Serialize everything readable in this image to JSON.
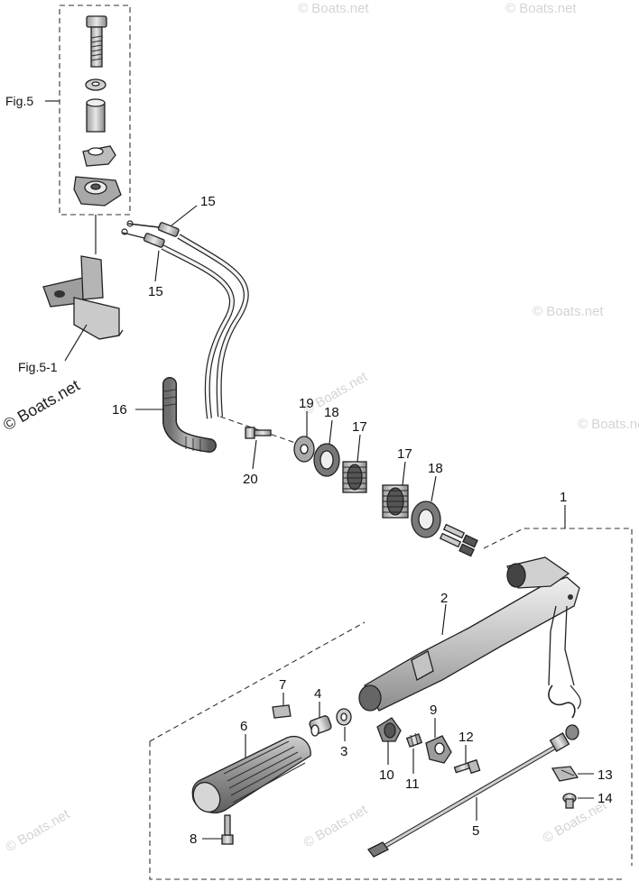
{
  "figure_labels": {
    "fig5": "Fig.5",
    "fig5_1": "Fig.5-1"
  },
  "watermarks": {
    "main": "© Boats.net",
    "faint": "© Boats.net"
  },
  "callouts": [
    {
      "id": "p1",
      "text": "1"
    },
    {
      "id": "p2",
      "text": "2"
    },
    {
      "id": "p3",
      "text": "3"
    },
    {
      "id": "p4",
      "text": "4"
    },
    {
      "id": "p5",
      "text": "5"
    },
    {
      "id": "p6",
      "text": "6"
    },
    {
      "id": "p7",
      "text": "7"
    },
    {
      "id": "p8",
      "text": "8"
    },
    {
      "id": "p9",
      "text": "9"
    },
    {
      "id": "p10",
      "text": "10"
    },
    {
      "id": "p11",
      "text": "11"
    },
    {
      "id": "p12",
      "text": "12"
    },
    {
      "id": "p13",
      "text": "13"
    },
    {
      "id": "p14",
      "text": "14"
    },
    {
      "id": "p15a",
      "text": "15"
    },
    {
      "id": "p15b",
      "text": "15"
    },
    {
      "id": "p16",
      "text": "16"
    },
    {
      "id": "p17a",
      "text": "17"
    },
    {
      "id": "p17b",
      "text": "17"
    },
    {
      "id": "p18a",
      "text": "18"
    },
    {
      "id": "p18b",
      "text": "18"
    },
    {
      "id": "p19",
      "text": "19"
    },
    {
      "id": "p20",
      "text": "20"
    }
  ]
}
